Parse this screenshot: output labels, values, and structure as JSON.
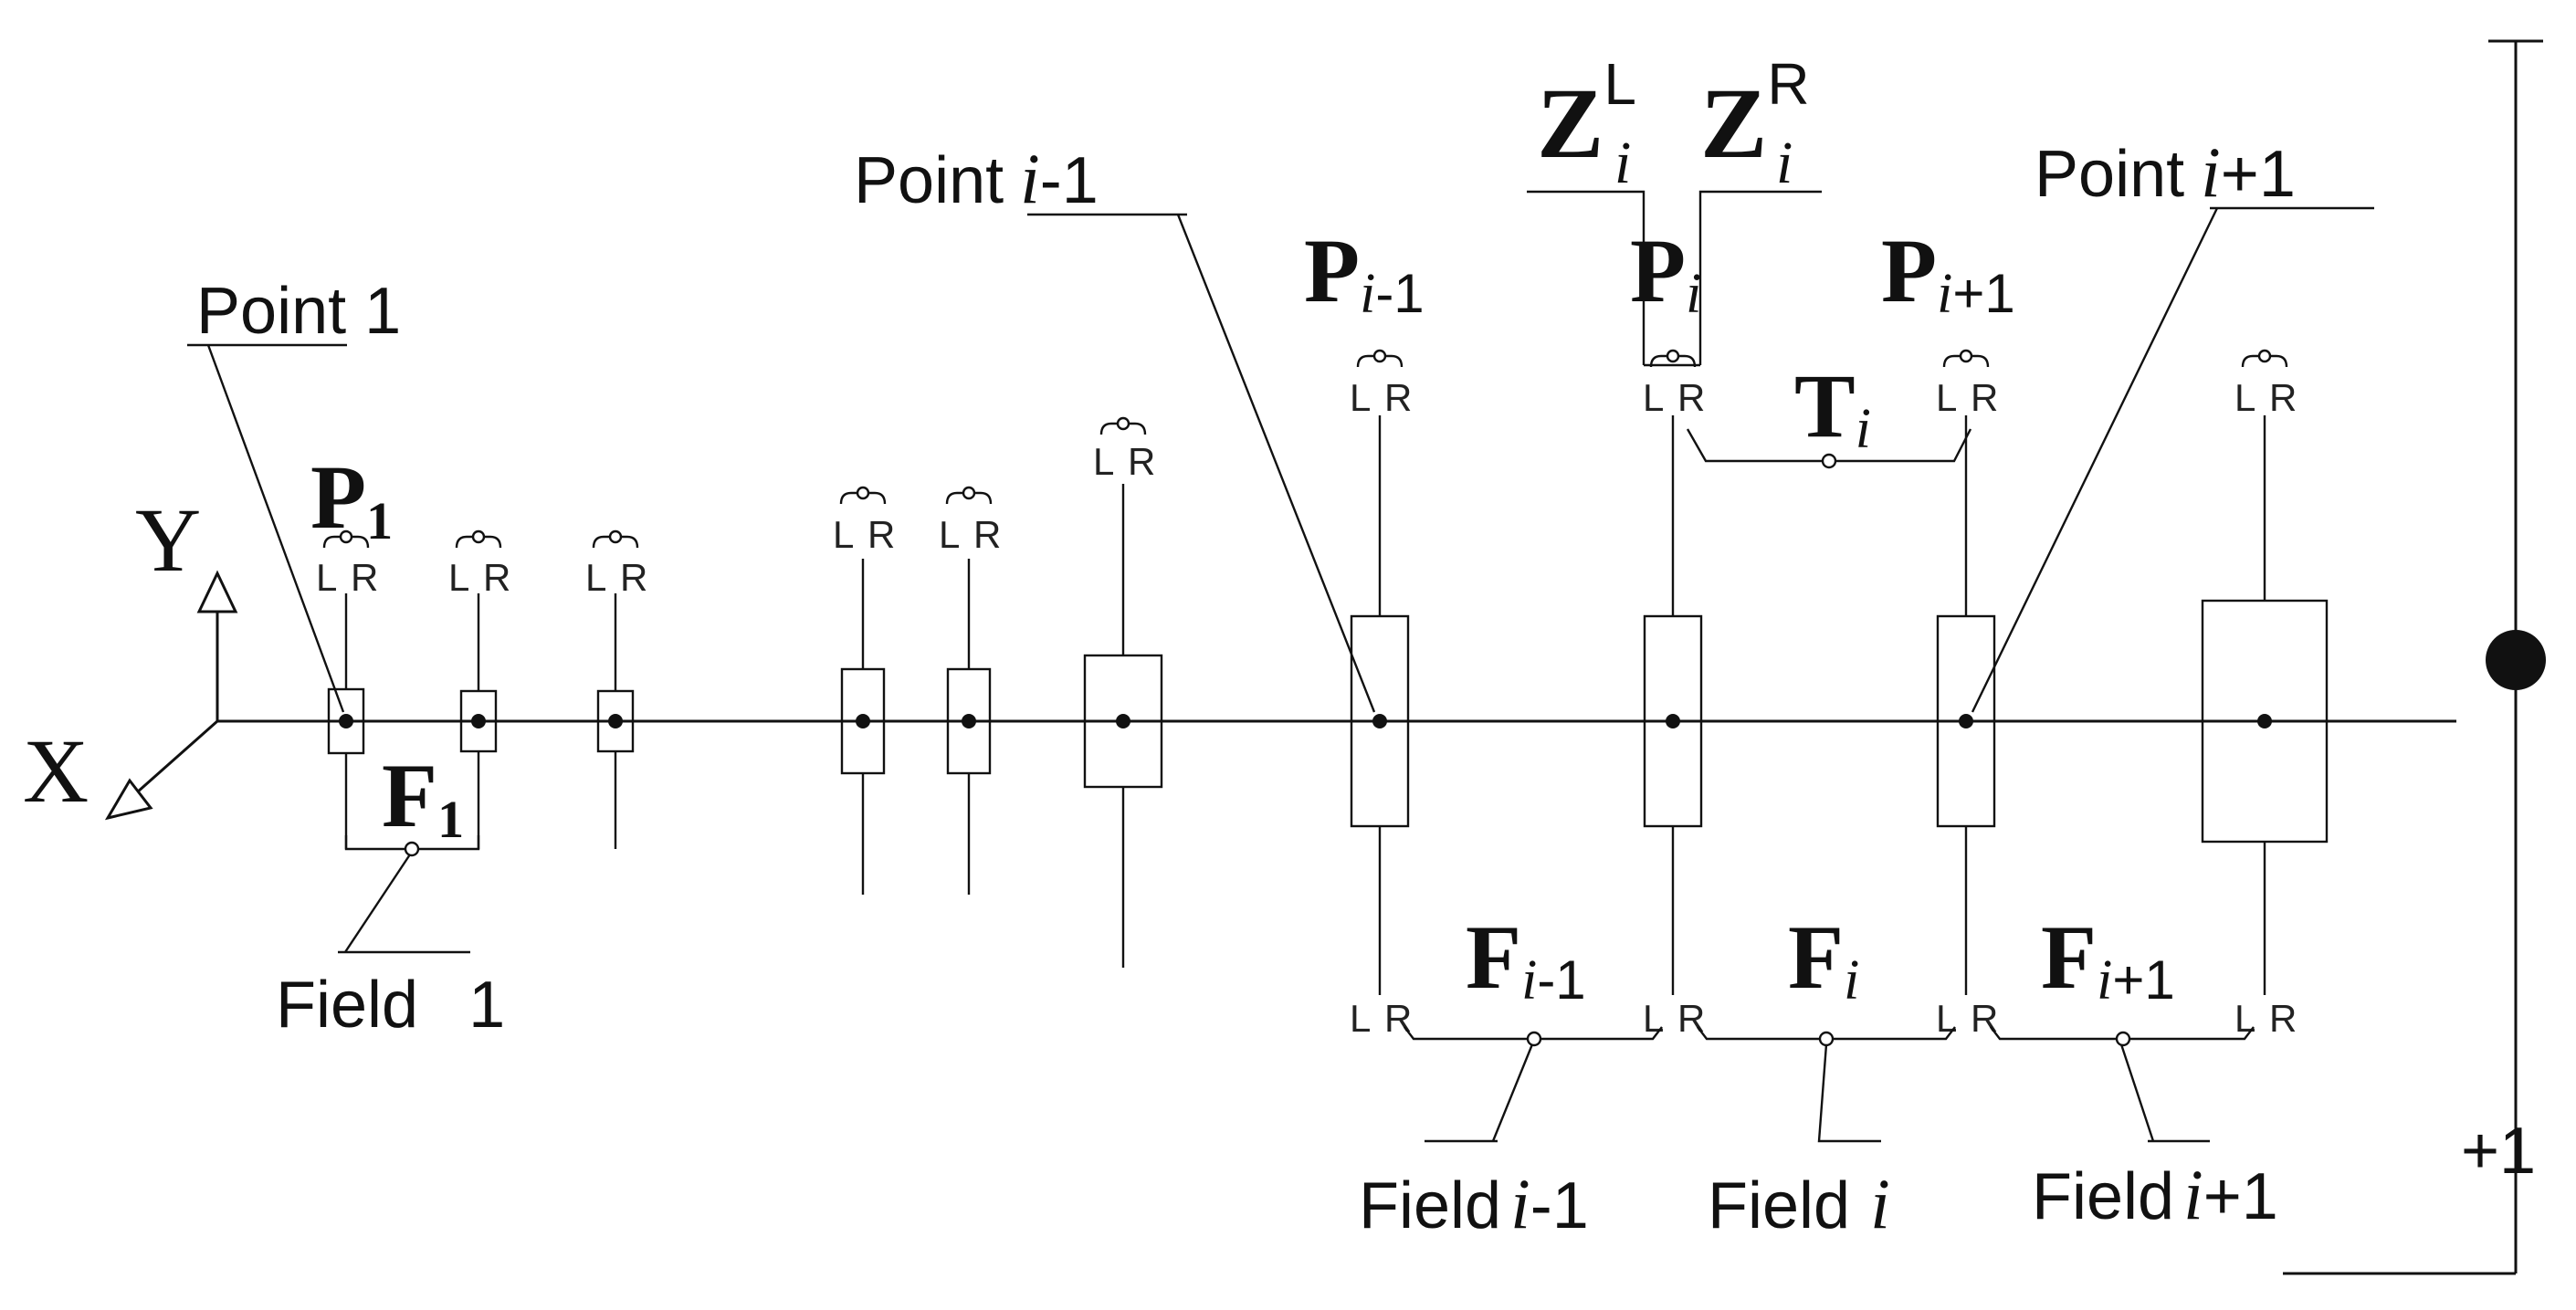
{
  "axes": {
    "x": "X",
    "y": "Y"
  },
  "leader_labels": {
    "point_1": "Point 1",
    "point_i_minus_1_word": "Point",
    "point_i_minus_1_idx": "i",
    "point_i_minus_1_suffix": "-1",
    "point_i_plus_1_word": "Point",
    "point_i_plus_1_idx": "i",
    "point_i_plus_1_suffix": "+1",
    "field_1_word": "Field",
    "field_1_num": "1",
    "field_i_minus_1_word": "Field",
    "field_i_minus_1_idx": "i",
    "field_i_minus_1_suffix": "-1",
    "field_i_word": "Field",
    "field_i_idx": "i",
    "field_i_plus_1_word": "Field",
    "field_i_plus_1_idx": "i",
    "field_i_plus_1_suffix": "+1"
  },
  "symbols": {
    "P1": {
      "main": "P",
      "sub": "1"
    },
    "F1": {
      "main": "F",
      "sub": "1"
    },
    "P_im1": {
      "main": "P",
      "sub_idx": "i",
      "sub_rest": "-1"
    },
    "P_i": {
      "main": "P",
      "sub_idx": "i"
    },
    "P_ip1": {
      "main": "P",
      "sub_idx": "i",
      "sub_rest": "+1"
    },
    "T_i": {
      "main": "T",
      "sub_idx": "i"
    },
    "F_im1": {
      "main": "F",
      "sub_idx": "i",
      "sub_rest": "-1"
    },
    "F_i": {
      "main": "F",
      "sub_idx": "i"
    },
    "F_ip1": {
      "main": "F",
      "sub_idx": "i",
      "sub_rest": "+1"
    },
    "Z_L": {
      "main": "Z",
      "sup": "L",
      "sub": "i"
    },
    "Z_R": {
      "main": "Z",
      "sup": "R",
      "sub": "i"
    }
  },
  "node_markers": {
    "left": "L",
    "right": "R"
  },
  "edge_fragment": "+1",
  "colors": {
    "ink": "#111111",
    "hatch_fill": "#8c8c8c",
    "background": "#ffffff"
  }
}
